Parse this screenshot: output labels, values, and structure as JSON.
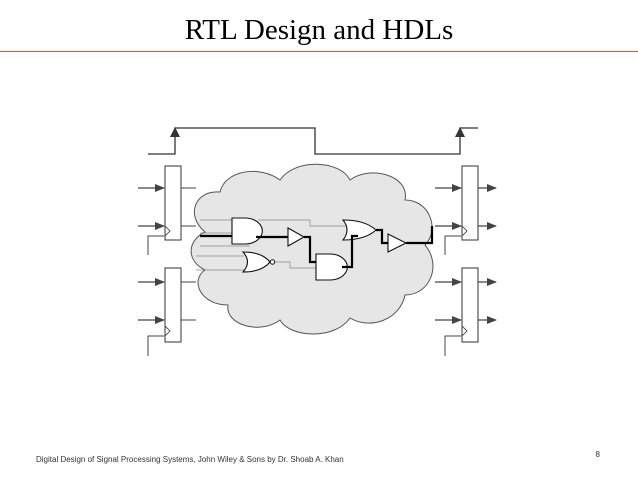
{
  "slide": {
    "title": "RTL Design and HDLs",
    "footer": "Digital Design of Signal Processing Systems, John Wiley & Sons by Dr. Shoab A. Khan",
    "page_number": "8"
  },
  "colors": {
    "accent_rule": "#d9534f",
    "cloud_fill": "#e6e6e6",
    "cloud_stroke": "#555555"
  },
  "icons": [
    "clock-waveform",
    "register",
    "and-gate",
    "or-gate",
    "nor-gate",
    "buffer-gate",
    "combinational-logic-cloud"
  ]
}
